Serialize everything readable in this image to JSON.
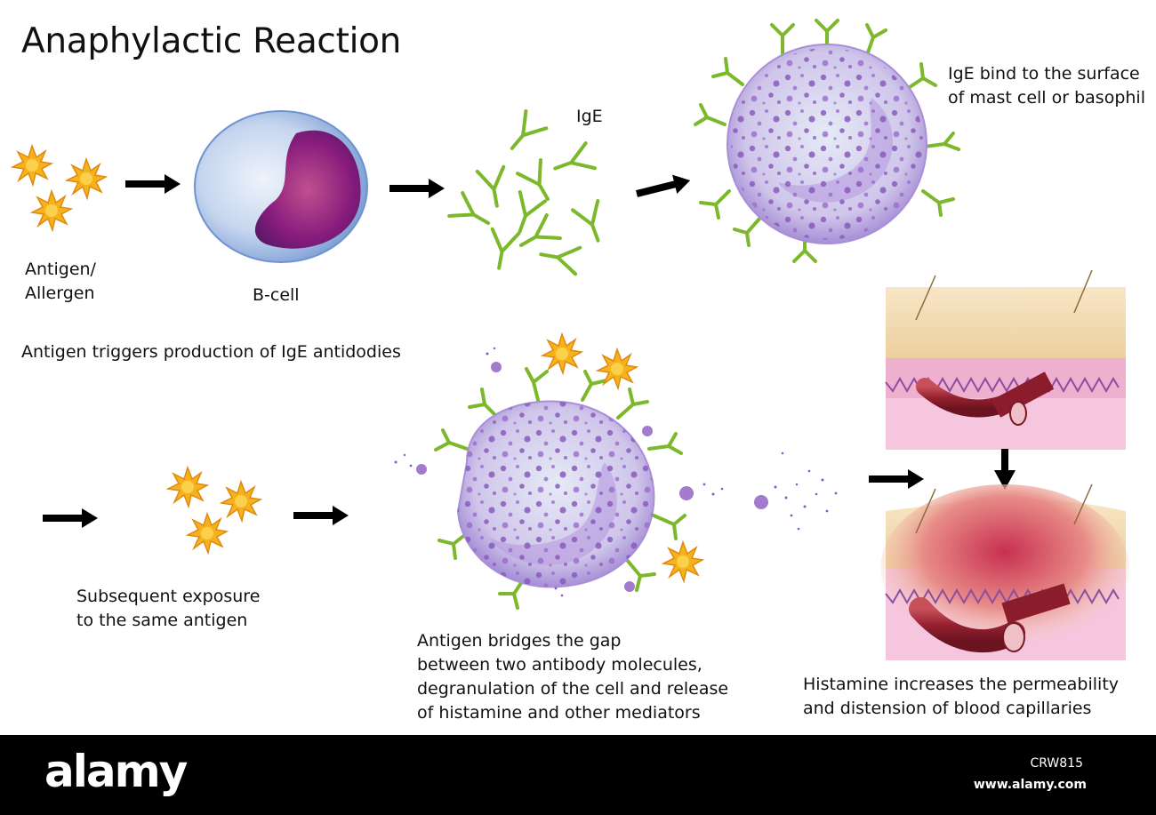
{
  "title": "Anaphylactic Reaction",
  "labels": {
    "antigen": [
      "Antigen/",
      "Allergen"
    ],
    "bcell": "B-cell",
    "ige": "IgE",
    "ige_bind": [
      "IgE bind to the surface",
      "of mast cell or basophil"
    ],
    "triggers": "Antigen triggers production of IgE antidodies",
    "subsequent": [
      "Subsequent exposure",
      "to the same antigen"
    ],
    "bridges": [
      "Antigen bridges the gap",
      "between two antibody molecules,",
      "degranulation of the cell and release",
      "of histamine and other mediators"
    ],
    "histamine": [
      "Histamine increases the permeability",
      "and distension of blood capillaries"
    ]
  },
  "footer": {
    "logo": "alamy",
    "image_id": "CRW815",
    "site": "www.alamy.com"
  },
  "colors": {
    "antigen": "#f5b21c",
    "antibody": "#7cb82b",
    "cell_membrane": "#c9b7e8",
    "granule": "#8a5bbf",
    "bcell_nucleus": "#8a1f8a",
    "skin": "#f4dcb4",
    "dermis": "#f5c6de",
    "vessel": "#9b2330"
  }
}
